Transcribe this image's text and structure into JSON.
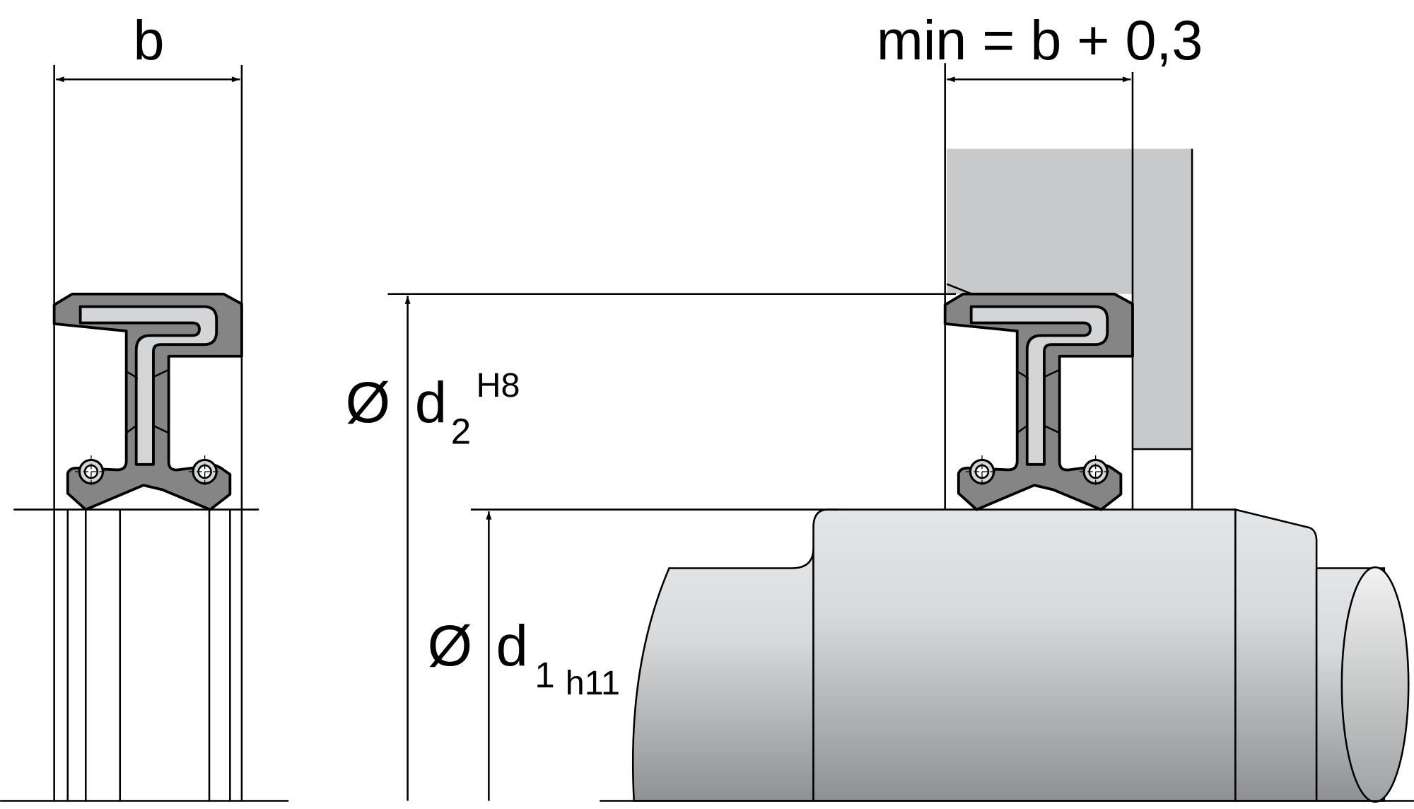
{
  "labels": {
    "width_b": "b",
    "groove_width": "min = b + 0,3",
    "d2_symbol": "Ø",
    "d2_letter": "d",
    "d2_sub": "2",
    "d2_tol": "H8",
    "d1_symbol": "Ø",
    "d1_letter": "d",
    "d1_sub": "1",
    "d1_tol": "h11"
  },
  "colors": {
    "seal_body": "#858585",
    "insert": "#d4d5d6",
    "housing": "#c8c9cb",
    "line": "#000000"
  }
}
